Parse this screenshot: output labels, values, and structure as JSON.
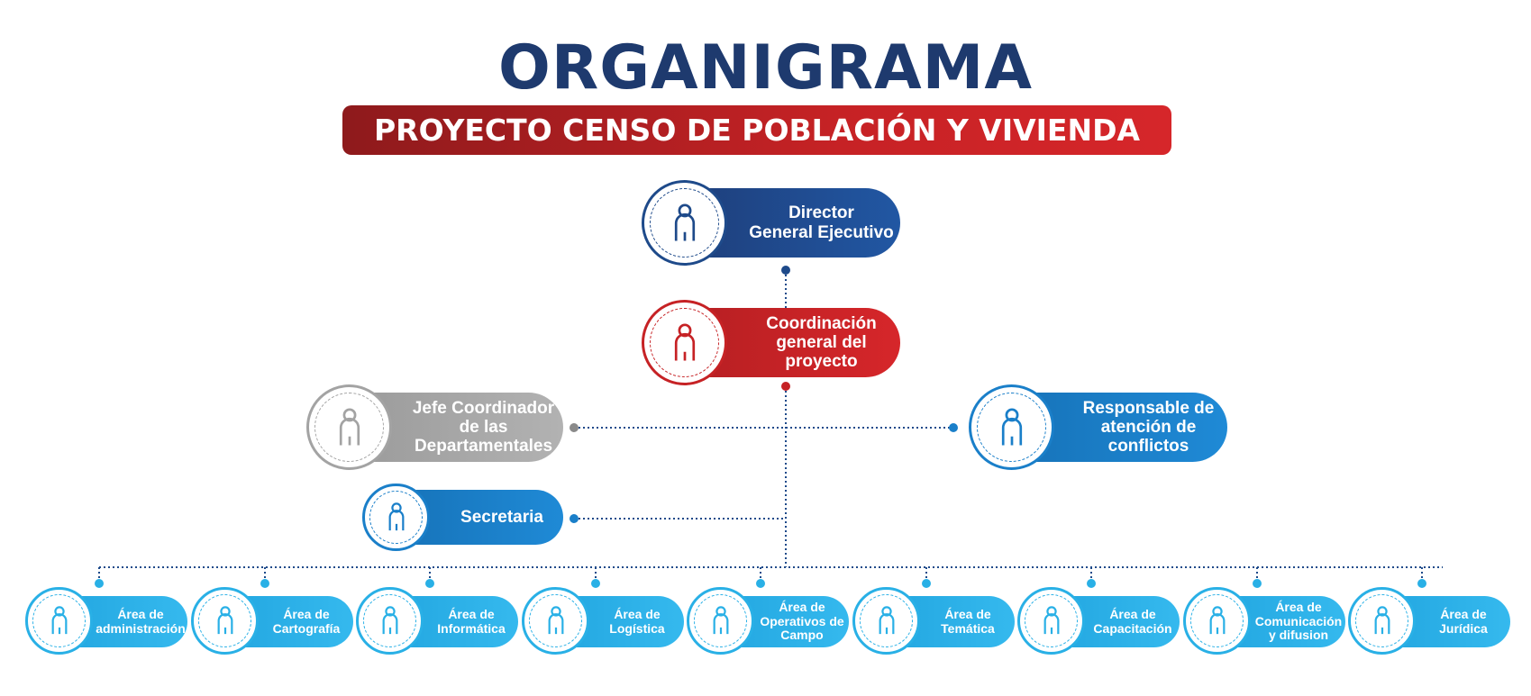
{
  "title": "ORGANIGRAMA",
  "subtitle": "PROYECTO CENSO DE POBLACIÓN Y VIVIENDA",
  "colors": {
    "navy": "#1e4a8a",
    "red": "#c62225",
    "gray": "#a3a3a3",
    "blue": "#1a7fc9",
    "light_blue": "#29b0e6"
  },
  "nodes": {
    "director": {
      "label": "Director\nGeneral Ejecutivo",
      "icon": "person-icon"
    },
    "coordinacion": {
      "label": "Coordinación\ngeneral del\nproyecto",
      "icon": "person-icon"
    },
    "jefe": {
      "label": "Jefe Coordinador\nde las\nDepartamentales",
      "icon": "person-icon"
    },
    "responsable": {
      "label": "Responsable de\natención de\nconflictos",
      "icon": "person-icon"
    },
    "secretaria": {
      "label": "Secretaria",
      "icon": "person-icon"
    }
  },
  "areas": [
    {
      "label": "Área de\nadministración"
    },
    {
      "label": "Área de\nCartografía"
    },
    {
      "label": "Área de\nInformática"
    },
    {
      "label": "Área de\nLogística"
    },
    {
      "label": "Área de\nOperativos de\nCampo"
    },
    {
      "label": "Área de\nTemática"
    },
    {
      "label": "Área de\nCapacitación"
    },
    {
      "label": "Área de\nComunicación\ny difusion"
    },
    {
      "label": "Área de\nJurídica"
    }
  ]
}
